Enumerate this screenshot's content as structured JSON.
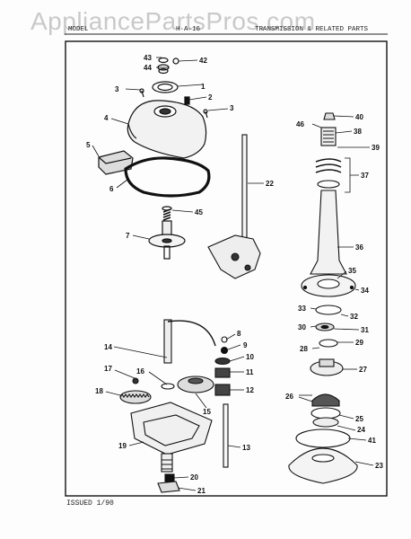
{
  "watermark": "AppliancePartsPros.com",
  "header": {
    "left": "MODEL",
    "middle": "H·A·16",
    "right": "TRANSMISSION & RELATED PARTS"
  },
  "footer": {
    "issued": "ISSUED 1/90"
  },
  "callouts": [
    "1",
    "2",
    "3",
    "3",
    "4",
    "5",
    "6",
    "7",
    "8",
    "9",
    "10",
    "11",
    "12",
    "13",
    "14",
    "15",
    "16",
    "17",
    "18",
    "19",
    "20",
    "21",
    "22",
    "23",
    "24",
    "25",
    "26",
    "27",
    "28",
    "29",
    "30",
    "31",
    "32",
    "33",
    "34",
    "35",
    "36",
    "37",
    "38",
    "39",
    "40",
    "41",
    "42",
    "43",
    "44",
    "45",
    "46"
  ]
}
